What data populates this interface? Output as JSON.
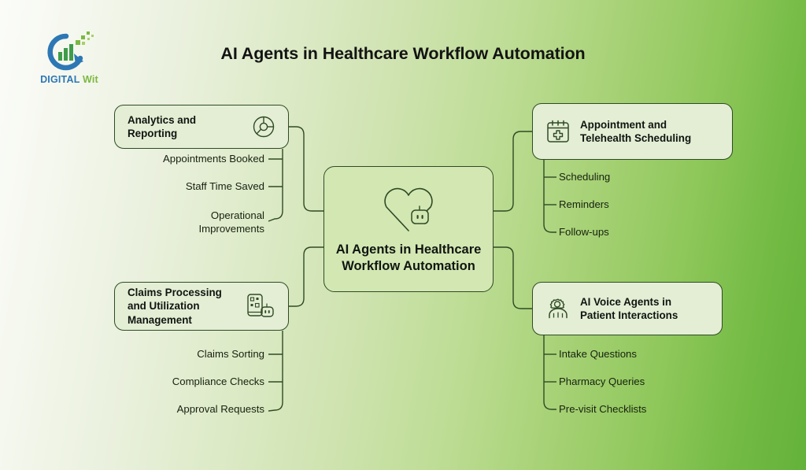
{
  "brand": {
    "name_part1": "DIGITAL",
    "name_part2": "Wit",
    "logo_icon": "circular-arrow-bar-chart-icon",
    "blue": "#2d77b5",
    "green": "#7cb842"
  },
  "header": {
    "title": "AI Agents in Healthcare Workflow Automation"
  },
  "diagram": {
    "type": "mind-map",
    "background_gradient_from": "#fbfcf9",
    "background_gradient_to": "#64b23b",
    "node_fill": "#e4eed5",
    "node_border": "#2f4b24",
    "center_fill": "#d3e7b3",
    "center": {
      "title": "AI Agents in Healthcare\nWorkflow Automation",
      "icon": "heart-with-robot-icon"
    },
    "branches": [
      {
        "id": "analytics",
        "side": "left",
        "label": "Analytics and Reporting",
        "icon": "pie-chart-icon",
        "children": [
          "Appointments Booked",
          "Staff Time Saved",
          "Operational\nImprovements"
        ]
      },
      {
        "id": "claims",
        "side": "left",
        "label": "Claims Processing and\nUtilization Management",
        "icon": "mobile-document-robot-icon",
        "children": [
          "Claims Sorting",
          "Compliance Checks",
          "Approval Requests"
        ]
      },
      {
        "id": "appointment",
        "side": "right",
        "label": "Appointment and Telehealth\nScheduling",
        "icon": "calendar-medical-cross-icon",
        "children": [
          "Scheduling",
          "Reminders",
          "Follow-ups"
        ]
      },
      {
        "id": "voice",
        "side": "right",
        "label": "AI Voice Agents in Patient\nInteractions",
        "icon": "head-with-gear-icon",
        "children": [
          "Intake Questions",
          "Pharmacy Queries",
          "Pre-visit Checklists"
        ]
      }
    ]
  }
}
